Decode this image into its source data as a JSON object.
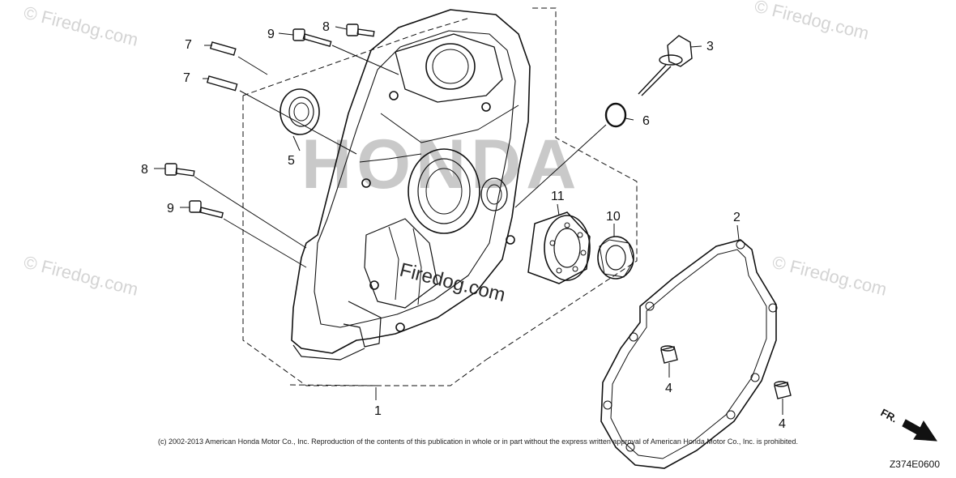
{
  "watermark": {
    "site": "Firedog.com",
    "center": "Firedog.com",
    "symbol": "©"
  },
  "background_brand": "HONDA",
  "callouts": {
    "c1": "1",
    "c2": "2",
    "c3": "3",
    "c4a": "4",
    "c4b": "4",
    "c5": "5",
    "c6": "6",
    "c7a": "7",
    "c7b": "7",
    "c8a": "8",
    "c8b": "8",
    "c9a": "9",
    "c9b": "9",
    "c10": "10",
    "c11": "11"
  },
  "copyright": "(c) 2002-2013 American Honda Motor Co., Inc. Reproduction of the contents of this publication in whole or in part without the express written approval of American Honda Motor Co., Inc. is prohibited.",
  "drawing_code": "Z374E0600",
  "direction_marker": "FR.",
  "colors": {
    "line": "#111111",
    "watermark": "#d4d4d4",
    "brand": "#c9c9c9"
  }
}
